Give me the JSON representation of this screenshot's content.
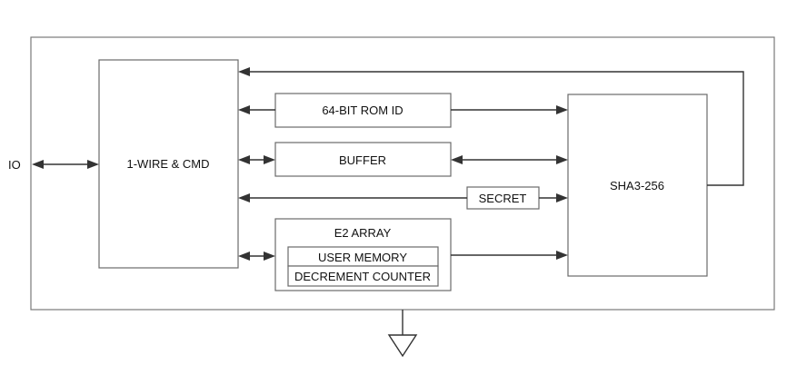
{
  "diagram": {
    "io_label": "IO",
    "blocks": {
      "wire_cmd": "1-WIRE & CMD",
      "rom_id": "64-BIT ROM ID",
      "buffer": "BUFFER",
      "secret": "SECRET",
      "e2_array": "E2 ARRAY",
      "user_memory": "USER MEMORY",
      "decrement_counter": "DECREMENT COUNTER",
      "sha3": "SHA3-256"
    }
  }
}
